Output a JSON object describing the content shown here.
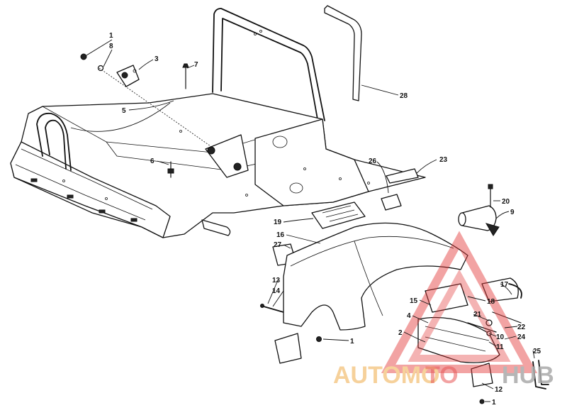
{
  "diagram": {
    "callouts": [
      {
        "id": "c1a",
        "text": "1"
      },
      {
        "id": "c8",
        "text": "8"
      },
      {
        "id": "c3",
        "text": "3"
      },
      {
        "id": "c7",
        "text": "7"
      },
      {
        "id": "c5",
        "text": "5"
      },
      {
        "id": "c6",
        "text": "6"
      },
      {
        "id": "c28",
        "text": "28"
      },
      {
        "id": "c26",
        "text": "26"
      },
      {
        "id": "c23",
        "text": "23"
      },
      {
        "id": "c20",
        "text": "20"
      },
      {
        "id": "c9",
        "text": "9"
      },
      {
        "id": "c19",
        "text": "19"
      },
      {
        "id": "c16",
        "text": "16"
      },
      {
        "id": "c27",
        "text": "27"
      },
      {
        "id": "c13",
        "text": "13"
      },
      {
        "id": "c14",
        "text": "14"
      },
      {
        "id": "c1b",
        "text": "1"
      },
      {
        "id": "c17",
        "text": "17"
      },
      {
        "id": "c15",
        "text": "15"
      },
      {
        "id": "c18",
        "text": "18"
      },
      {
        "id": "c4",
        "text": "4"
      },
      {
        "id": "c21",
        "text": "21"
      },
      {
        "id": "c22",
        "text": "22"
      },
      {
        "id": "c2",
        "text": "2"
      },
      {
        "id": "c10",
        "text": "10"
      },
      {
        "id": "c24",
        "text": "24"
      },
      {
        "id": "c11",
        "text": "11"
      },
      {
        "id": "c25",
        "text": "25"
      },
      {
        "id": "c12",
        "text": "12"
      },
      {
        "id": "c1c",
        "text": "1"
      }
    ]
  },
  "watermark": {
    "part1": "AUTOMO",
    "part2": "TO",
    "part3": "HUB",
    "colors": {
      "light": "#f5c98a",
      "red": "#e23a3a",
      "gray": "#aaaaaa"
    }
  }
}
